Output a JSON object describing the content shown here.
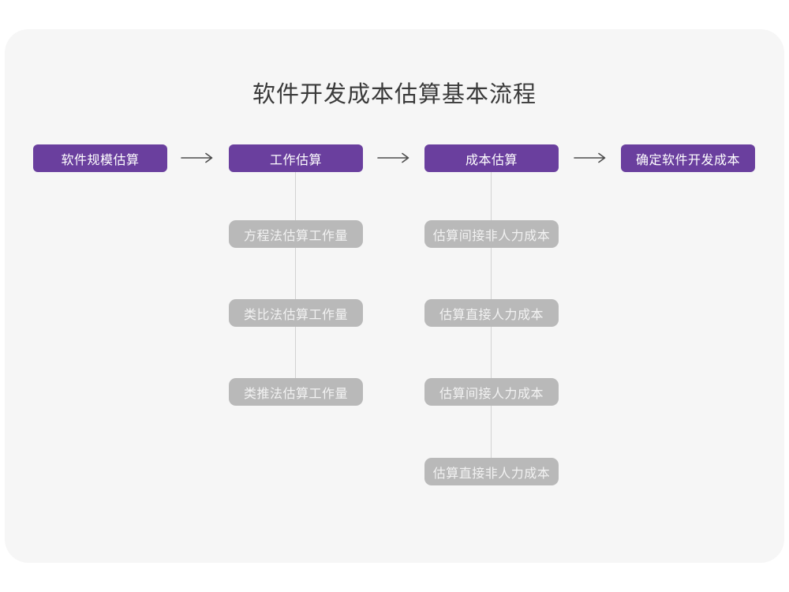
{
  "title": "软件开发成本估算基本流程",
  "colors": {
    "page_bg": "#ffffff",
    "card_bg": "#f6f6f6",
    "accent": "#6a3f9e",
    "gray_box": "#b9b9b9",
    "gray_box_text": "#f2f2f2",
    "arrow": "#4d4d4d",
    "connector": "#d2d2d2",
    "title_color": "#3a3a3a"
  },
  "flow": {
    "main_steps": [
      {
        "label": "软件规模估算"
      },
      {
        "label": "工作估算"
      },
      {
        "label": "成本估算"
      },
      {
        "label": "确定软件开发成本"
      }
    ],
    "work_estimation_methods": [
      {
        "label": "方程法估算工作量"
      },
      {
        "label": "类比法估算工作量"
      },
      {
        "label": "类推法估算工作量"
      }
    ],
    "cost_estimation_items": [
      {
        "label": "估算间接非人力成本"
      },
      {
        "label": "估算直接人力成本"
      },
      {
        "label": "估算间接人力成本"
      },
      {
        "label": "估算直接非人力成本"
      }
    ]
  }
}
